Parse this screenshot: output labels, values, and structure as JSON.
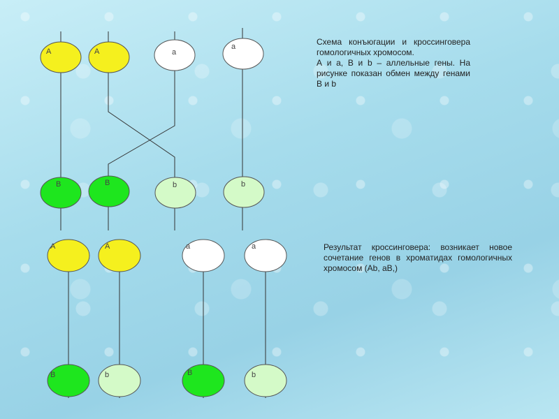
{
  "description": {
    "line1": "Схема конъюгации и кроссинговера гомологичных хромосом.",
    "line2": "А и а, В и b – аллельные гены. На рисунке показан обмен между генами В и b"
  },
  "result": {
    "text": "Результат кроссинговера: возникает новое сочетание генов в хроматидах гомологичных хромосом (Аb, аВ,)"
  },
  "colors": {
    "yellow": "#f5f01e",
    "green": "#1ee61e",
    "white": "#ffffff",
    "lightgreen": "#d4fac8"
  },
  "top_diagram": {
    "top_genes": [
      {
        "label": "A",
        "color": "yellow"
      },
      {
        "label": "A",
        "color": "yellow"
      },
      {
        "label": "a",
        "color": "white"
      },
      {
        "label": "a",
        "color": "white"
      }
    ],
    "bottom_genes": [
      {
        "label": "B",
        "color": "green"
      },
      {
        "label": "B",
        "color": "green"
      },
      {
        "label": "b",
        "color": "lightgreen"
      },
      {
        "label": "b",
        "color": "lightgreen"
      }
    ]
  },
  "bottom_diagram": {
    "top_genes": [
      {
        "label": "A",
        "color": "yellow"
      },
      {
        "label": "A",
        "color": "yellow"
      },
      {
        "label": "a",
        "color": "white"
      },
      {
        "label": "a",
        "color": "white"
      }
    ],
    "bottom_genes": [
      {
        "label": "B",
        "color": "green"
      },
      {
        "label": "b",
        "color": "lightgreen"
      },
      {
        "label": "B",
        "color": "green"
      },
      {
        "label": "b",
        "color": "lightgreen"
      }
    ]
  }
}
